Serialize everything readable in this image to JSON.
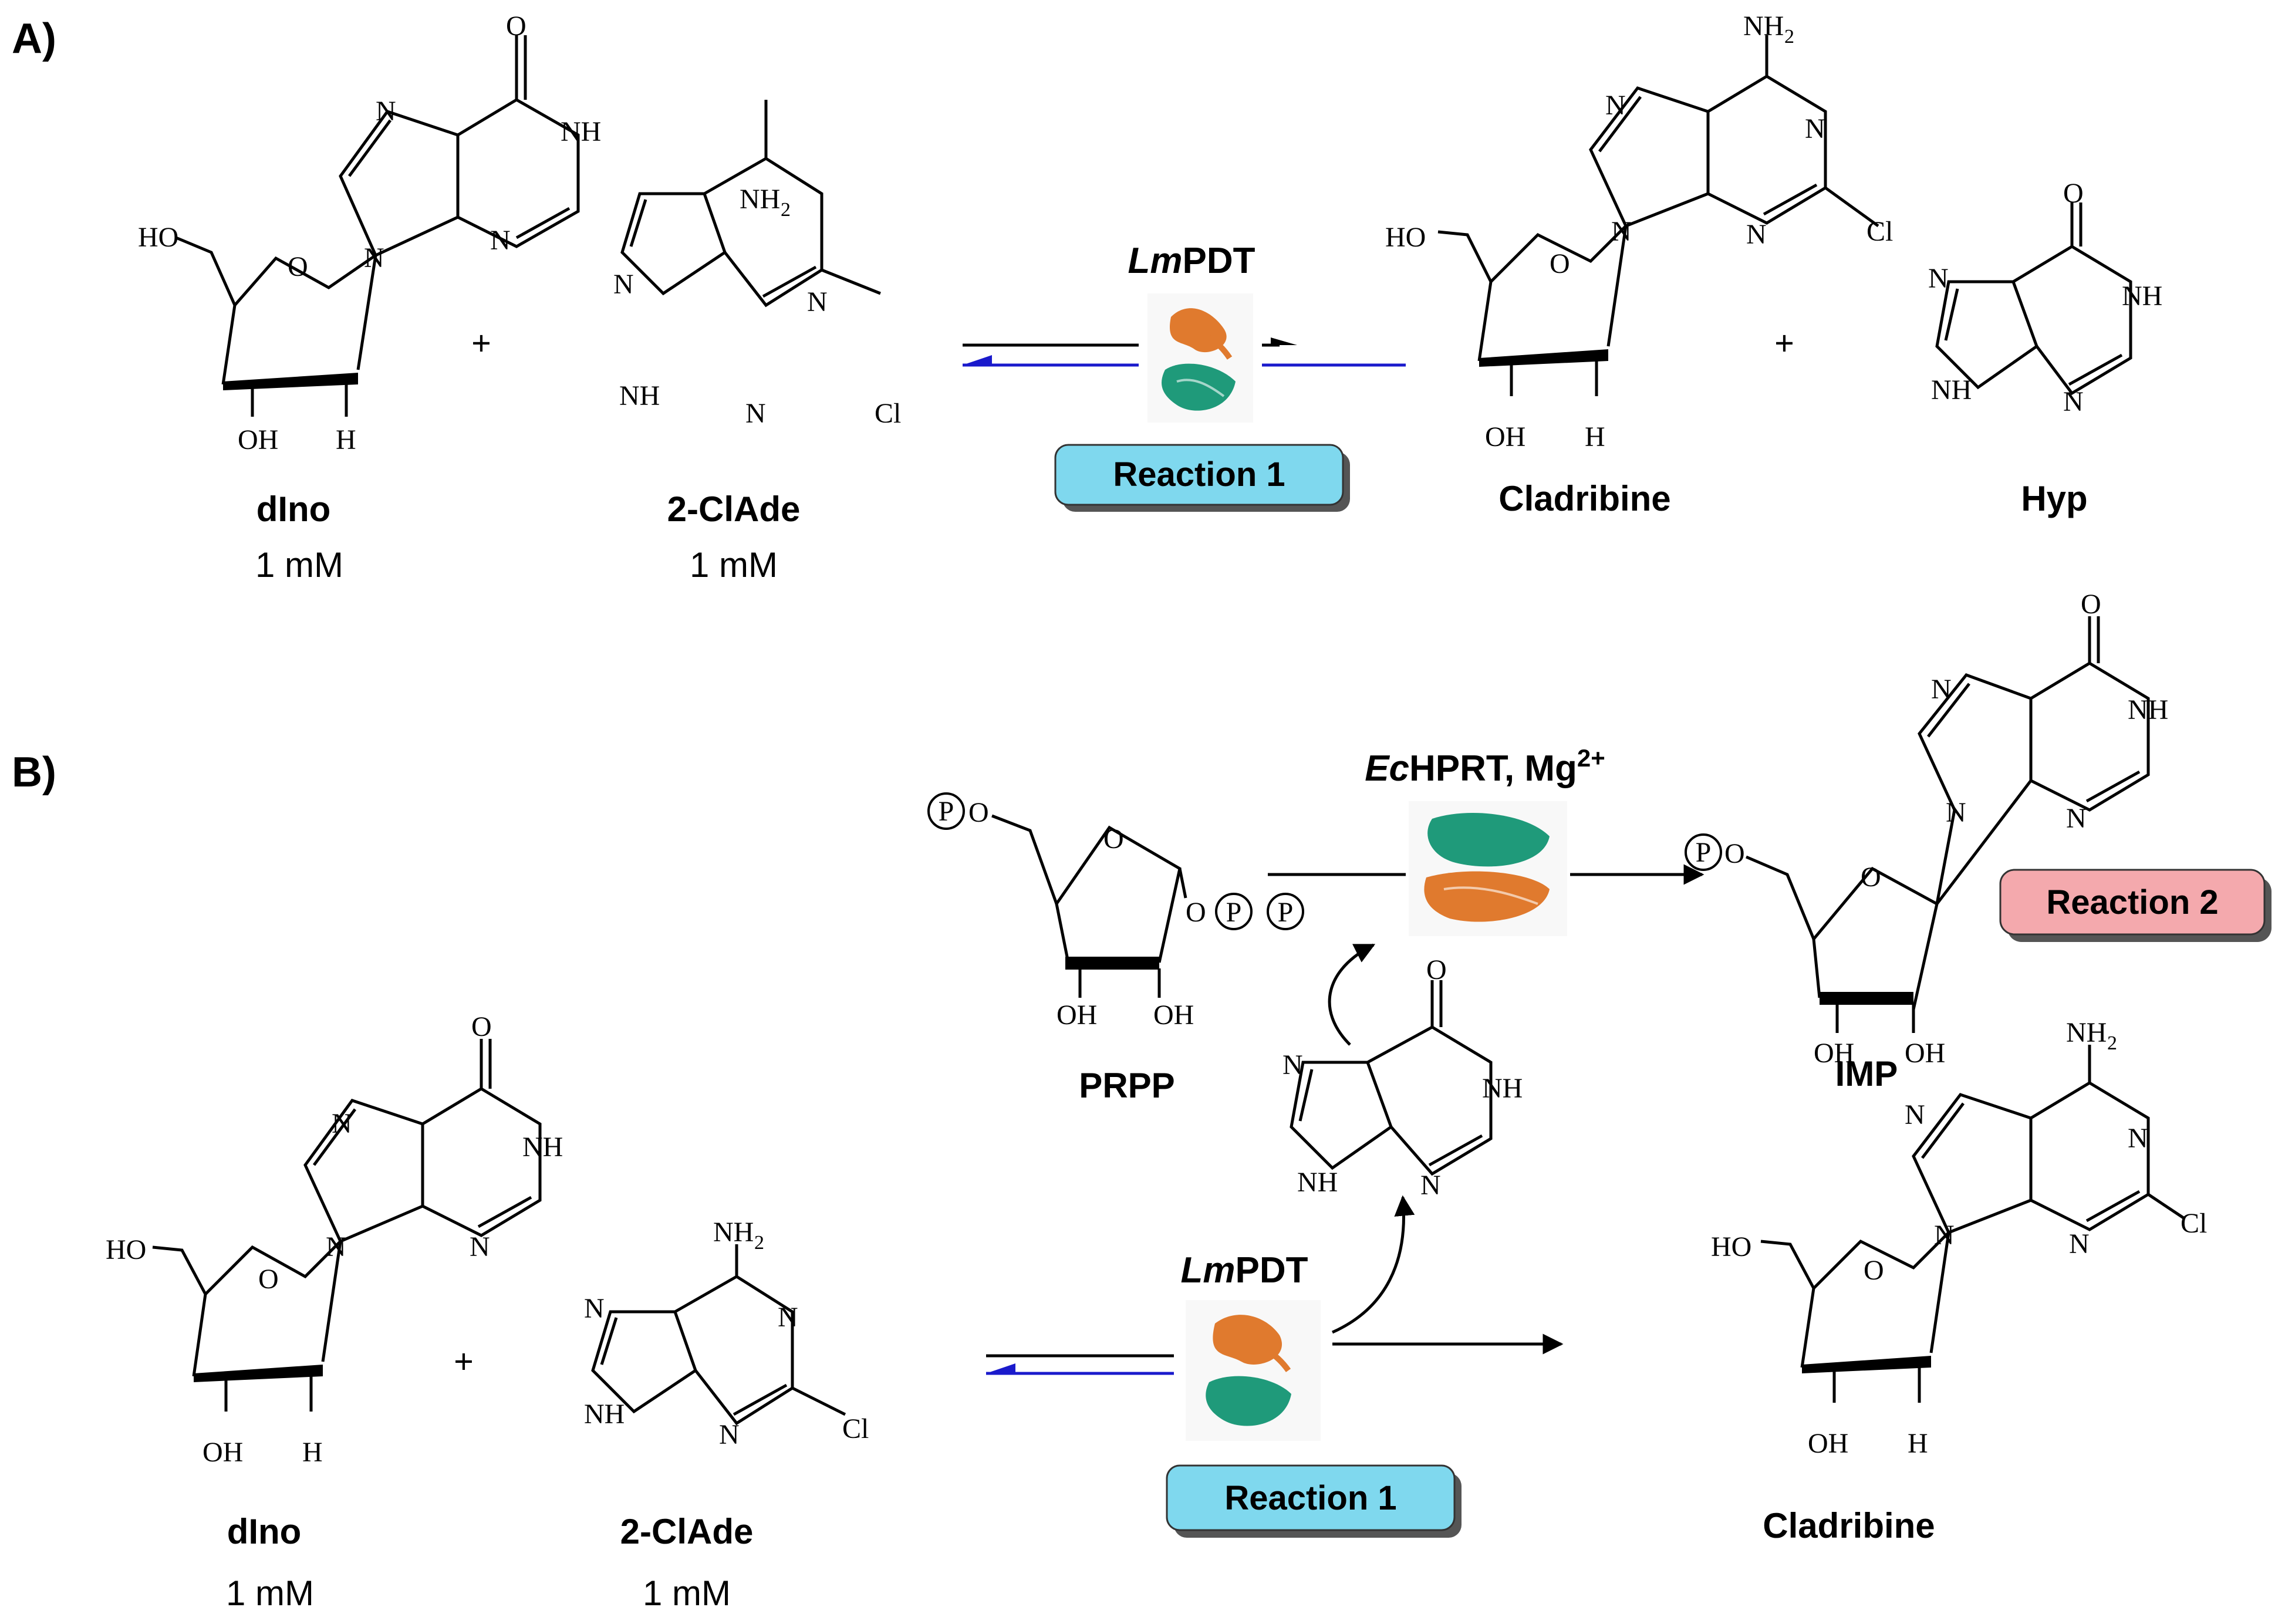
{
  "panels": {
    "a": "A)",
    "b": "B)"
  },
  "atoms": {
    "O": "O",
    "N": "N",
    "NH": "NH",
    "H": "H",
    "HO": "HO",
    "OH": "OH",
    "NH2": "NH",
    "sub2": "2",
    "Cl": "Cl",
    "P": "P"
  },
  "compounds": {
    "dIno": "dIno",
    "ClAde": "2-ClAde",
    "cladribine": "Cladribine",
    "hyp": "Hyp",
    "prpp": "PRPP",
    "imp": "IMP"
  },
  "concentrations": {
    "dIno": "1 mM",
    "ClAde": "1 mM"
  },
  "operators": {
    "plus": "+"
  },
  "enzymes": {
    "lmpdt_italic": "Lm",
    "lmpdt_rest": "PDT",
    "echprt_italic": "Ec",
    "echprt_rest": "HPRT, Mg",
    "mg_charge": "2+"
  },
  "reactions": {
    "r1": "Reaction 1",
    "r2": "Reaction 2"
  },
  "colors": {
    "reaction1_fill": "#7fd8ee",
    "reaction2_fill": "#f4a9ad",
    "reverse_arrow": "#1a1acc",
    "protein_orange": "#e07a2e",
    "protein_teal": "#1f9a7a"
  }
}
